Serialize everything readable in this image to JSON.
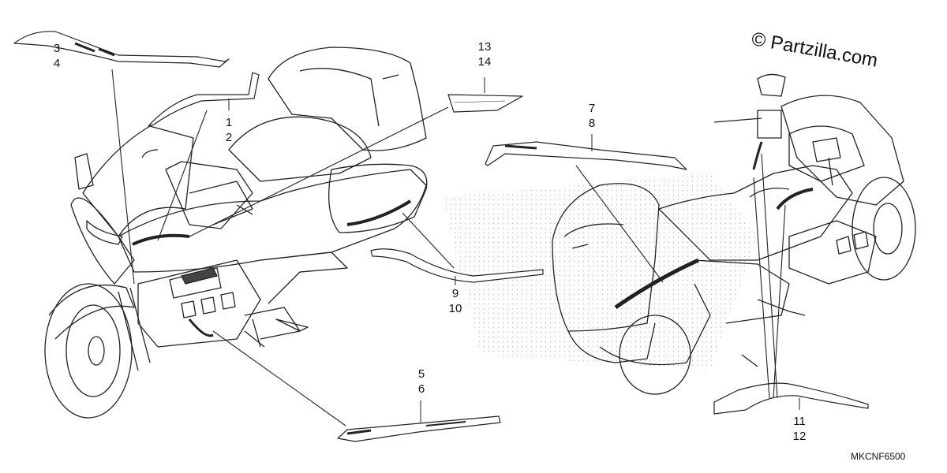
{
  "watermark": "© Partzilla.com",
  "diagram_code": "MKCNF6500",
  "callouts": [
    {
      "top": "3",
      "bottom": "4"
    },
    {
      "top": "1",
      "bottom": "2"
    },
    {
      "top": "13",
      "bottom": "14"
    },
    {
      "top": "7",
      "bottom": "8"
    },
    {
      "top": "9",
      "bottom": "10"
    },
    {
      "top": "5",
      "bottom": "6"
    },
    {
      "top": "11",
      "bottom": "12"
    }
  ]
}
